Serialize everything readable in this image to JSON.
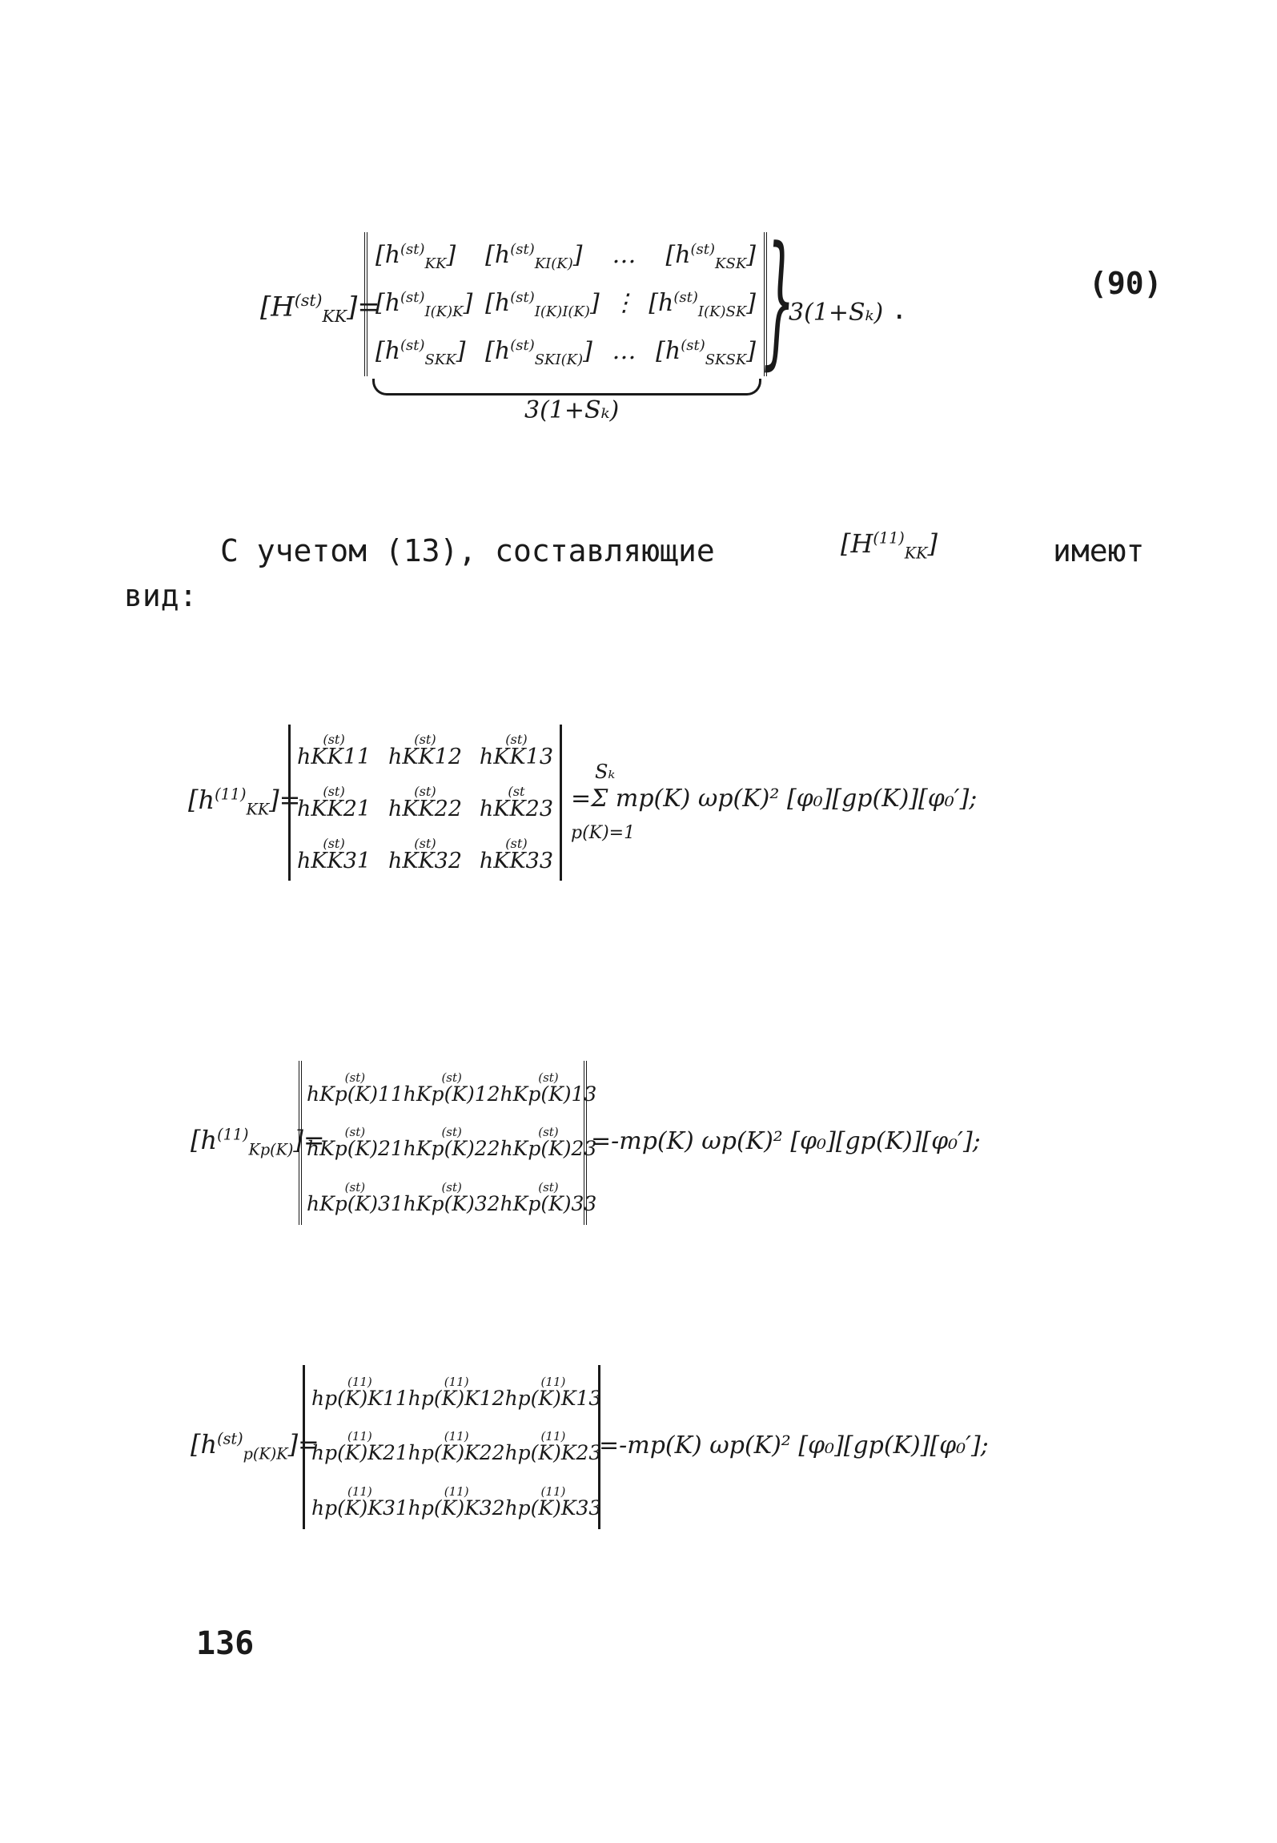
{
  "eq90": {
    "lhs": "[H",
    "lhs_sup": "(st)",
    "lhs_sub": "KK",
    "lhs_close": "]=",
    "rows": [
      [
        "[h",
        "(st)",
        "KK",
        "]",
        "[h",
        "(st)",
        "KI(K)",
        "]",
        "…",
        "[h",
        "(st)",
        "KSK",
        "]"
      ],
      [
        "[h",
        "(st)",
        "I(K)K",
        "]",
        "[h",
        "(st)",
        "I(K)I(K)",
        "]",
        "⋮",
        "[h",
        "(st)",
        "I(K)SK",
        "]"
      ],
      [
        "[h",
        "(st)",
        "SKK",
        "]",
        "[h",
        "(st)",
        "SKI(K)",
        "]",
        "…",
        "[h",
        "(st)",
        "SKSK",
        "]"
      ]
    ],
    "dim_right": "3(1+Sₖ)",
    "dim_bottom": "3(1+Sₖ)",
    "period": ".",
    "number": "(90)"
  },
  "paragraph": {
    "text_before": "С учетом (13), составляющие",
    "term": "[H",
    "term_sup": "(11)",
    "term_sub": "KK",
    "term_close": "]",
    "text_after": "имеют",
    "line2": "вид:"
  },
  "eq_a": {
    "lhs": "[h",
    "lhs_sup": "(11)",
    "lhs_sub": "KK",
    "lhs_close": "]=",
    "cells": [
      [
        "(st)",
        "hKK11",
        "(st)",
        "hKK12",
        "(st)",
        "hKK13"
      ],
      [
        "(st)",
        "hKK21",
        "(st)",
        "hKK22",
        "(st",
        "hKK23"
      ],
      [
        "(st)",
        "hKK31",
        "(st)",
        "hKK32",
        "(st)",
        "hKK33"
      ]
    ],
    "sum_top": "Sₖ",
    "sum_bottom": "p(K)=1",
    "rhs": "=Σ mp(K) ωp(K)² [φ₀][gp(K)][φ₀′];"
  },
  "eq_b": {
    "lhs": "[h",
    "lhs_sup": "(11)",
    "lhs_sub": "Kp(K)",
    "lhs_close": "]=",
    "cells": [
      [
        "(st)",
        "hKp(K)11",
        "(st)",
        "hKp(K)12",
        "(st)",
        "hKp(K)13"
      ],
      [
        "(st)",
        "hKp(K)21",
        "(st)",
        "hKp(K)22",
        "(st)",
        "hKp(K)23"
      ],
      [
        "(st)",
        "hKp(K)31",
        "(st)",
        "hKp(K)32",
        "(st)",
        "hKp(K)33"
      ]
    ],
    "rhs": "=-mp(K) ωp(K)² [φ₀][gp(K)][φ₀′];"
  },
  "eq_c": {
    "lhs": "[h",
    "lhs_sup": "(st)",
    "lhs_sub": "p(K)K",
    "lhs_close": "]=",
    "cells": [
      [
        "(11)",
        "hp(K)K11",
        "(11)",
        "hp(K)K12",
        "(11)",
        "hp(K)K13"
      ],
      [
        "(11)",
        "hp(K)K21",
        "(11)",
        "hp(K)K22",
        "(11)",
        "hp(K)K23"
      ],
      [
        "(11)",
        "hp(K)K31",
        "(11)",
        "hp(K)K32",
        "(11)",
        "hp(K)K33"
      ]
    ],
    "rhs": "=-mp(K) ωp(K)² [φ₀][gp(K)][φ₀′];"
  },
  "page_number": "136"
}
